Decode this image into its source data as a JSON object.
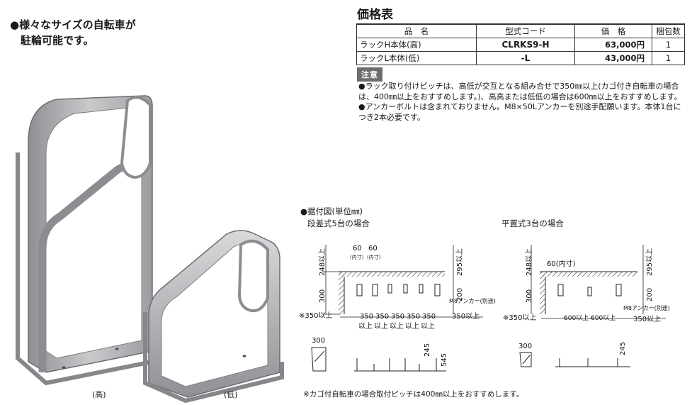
{
  "headline": [
    "●様々なサイズの自転車が",
    "　駐輪可能です。"
  ],
  "price_table": {
    "title": "価格表",
    "headers": [
      "品　名",
      "型式コード",
      "価　格",
      "梱包数"
    ],
    "rows": [
      {
        "name": "ラックH本体(高)",
        "code": "CLRKS9-H",
        "price": "63,000円",
        "qty": "1"
      },
      {
        "name": "ラックL本体(低)",
        "code": "-L",
        "price": "43,000円",
        "qty": "1"
      }
    ]
  },
  "notes": {
    "label": "注意",
    "items": [
      "●ラック取り付けピッチは、高低が交互となる組み合せで350㎜以上(カゴ付き自転車の場合は、400㎜以上をおすすめします。)、高高または低低の場合は600㎜以上をおすすめします。",
      "●アンカーボルトは含まれておりません。M8×50Lアンカーを別途手配願います。本体1台につき2本必要です。"
    ]
  },
  "product_captions": {
    "high": "(高)",
    "low": "(低)"
  },
  "diagram": {
    "title": "●据付図(単位㎜)",
    "left_title": "段差式5台の場合",
    "right_title": "平置式3台の場合",
    "left": {
      "dim_top": "248以上",
      "dim_300": "300",
      "dim_295": "295以上",
      "dim_200": "200",
      "pitch_labels": [
        "60",
        "60"
      ],
      "pitch_sub": [
        "(内寸)",
        "(内寸)"
      ],
      "anchor": "M8アンカー(別途)",
      "bottom_left": "※350以上",
      "bottom_pitch": [
        "350",
        "350",
        "350",
        "350",
        "350"
      ],
      "bottom_pitch_sub": [
        "以上",
        "以上",
        "以上",
        "以上",
        "以上"
      ],
      "bottom_right": "350以上",
      "side_300": "300",
      "side_245": "245",
      "side_545": "545"
    },
    "right": {
      "dim_top": "248以上",
      "dim_300": "300",
      "dim_295": "295以上",
      "dim_200": "200",
      "pitch_label": "60(内寸)",
      "anchor": "M8アンカー(別途)",
      "bottom_left": "※350以上",
      "bottom_pitch": [
        "600以上",
        "600以上"
      ],
      "bottom_right": "350以上",
      "side_300": "300",
      "side_245": "245"
    },
    "footnote": "※カゴ付自転車の場合取付ピッチは400㎜以上をおすすめします。"
  }
}
